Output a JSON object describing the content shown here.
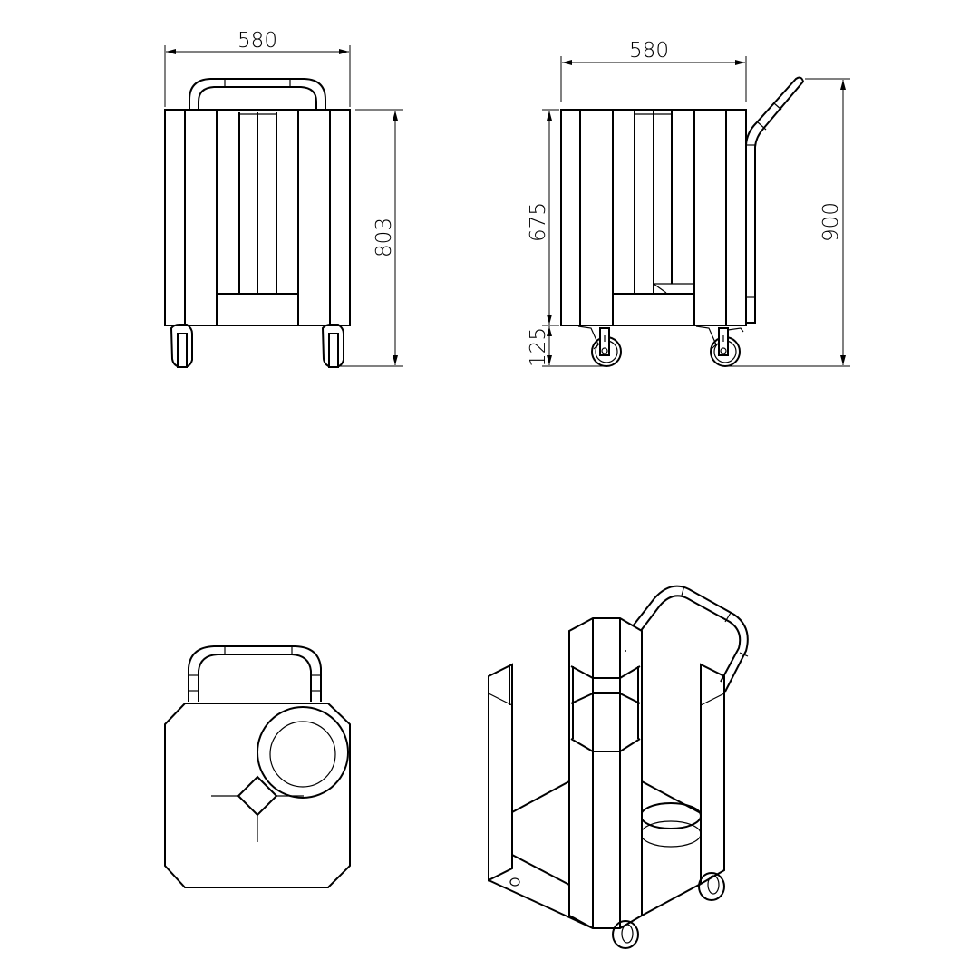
{
  "drawing": {
    "type": "technical-drawing",
    "subject": "mobile dish dispenser cart",
    "views": [
      {
        "name": "front-view",
        "dimensions": {
          "width": "580",
          "height": "803"
        }
      },
      {
        "name": "side-view",
        "dimensions": {
          "width": "580",
          "body_height": "675",
          "caster_height": "125",
          "total_height": "900"
        }
      },
      {
        "name": "top-view"
      },
      {
        "name": "isometric-view"
      }
    ]
  },
  "colors": {
    "line": "#000000",
    "background": "#ffffff"
  }
}
